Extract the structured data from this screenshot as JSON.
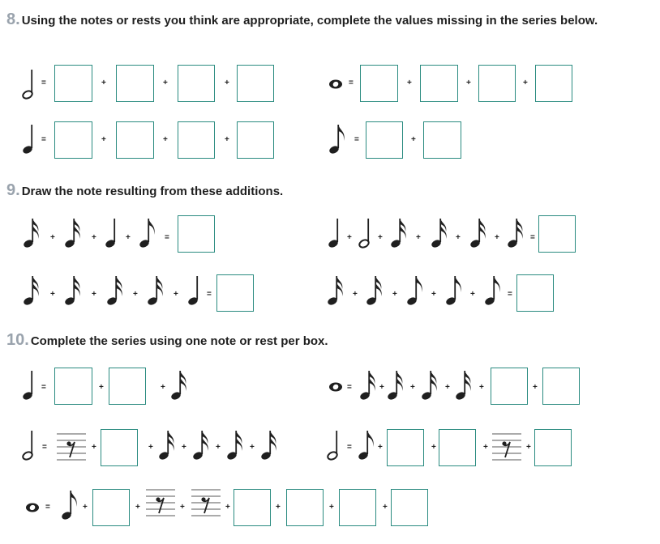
{
  "exercise_8": {
    "number": "8.",
    "prompt": "Using the notes or rests you think are appropriate, complete the values missing in the series below."
  },
  "exercise_9": {
    "number": "9.",
    "prompt": "Draw the note resulting from these additions."
  },
  "exercise_10": {
    "number": "10.",
    "prompt": "Complete the series using one note or rest per box."
  },
  "symbols": {
    "equals": "=",
    "plus": "+"
  },
  "colors": {
    "box_border": "#2a8b80",
    "number_color": "#9aa3ad",
    "ink": "#1f1f1f"
  }
}
